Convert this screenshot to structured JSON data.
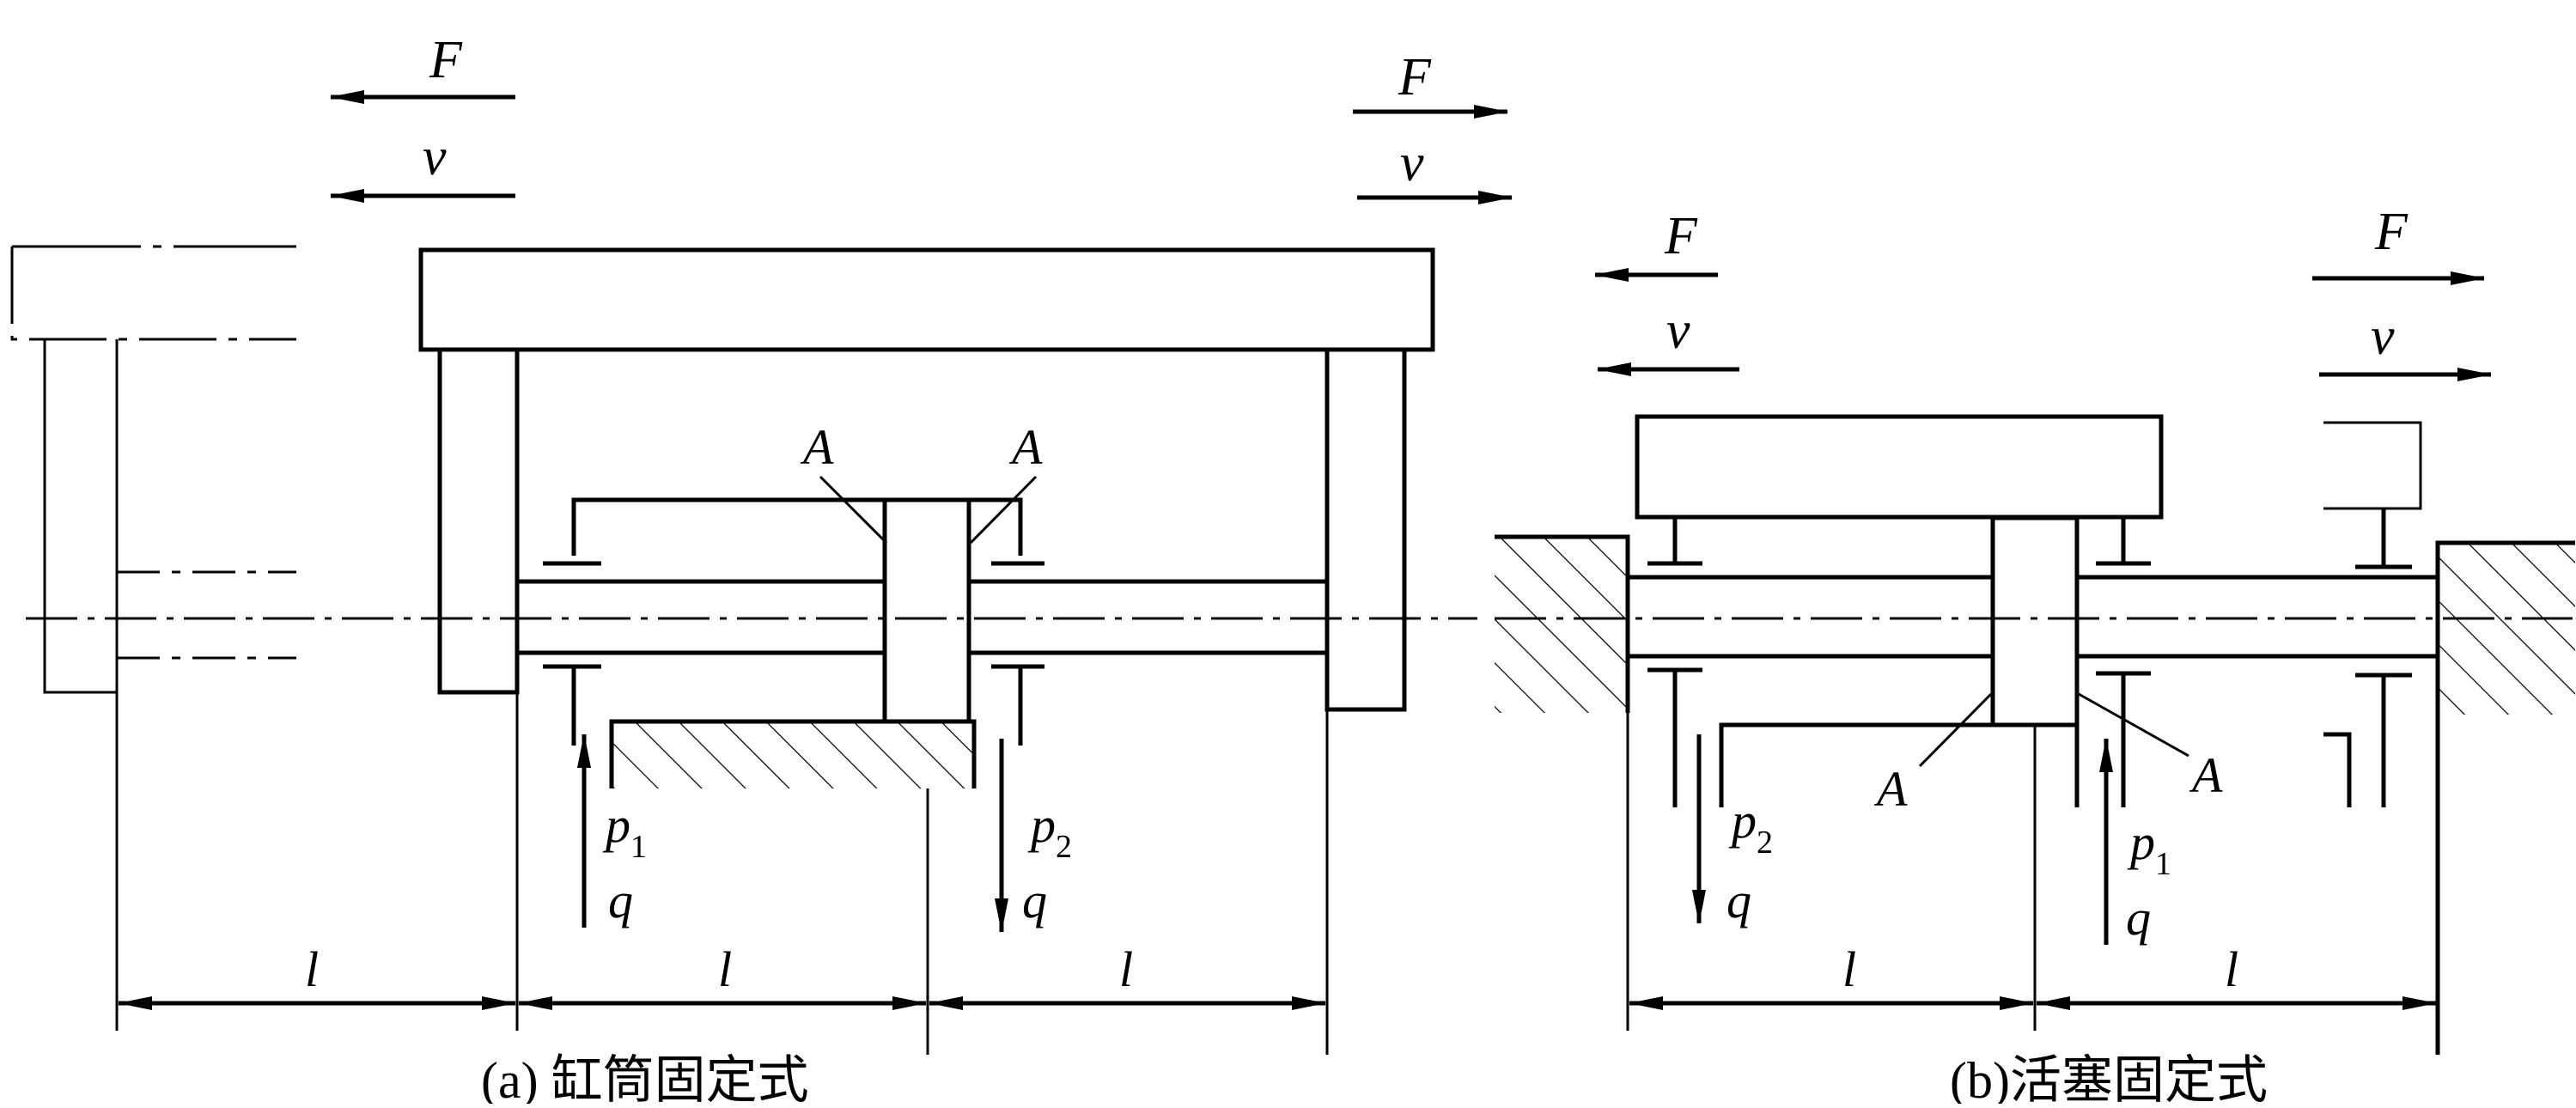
{
  "diagram_a": {
    "force_left": "F",
    "velocity_left": "v",
    "force_right": "F",
    "velocity_right": "v",
    "area_left": "A",
    "area_right": "A",
    "pressure_in": "p",
    "pressure_in_sub": "1",
    "flow_in": "q",
    "pressure_out": "p",
    "pressure_out_sub": "2",
    "flow_out": "q",
    "dim_1": "l",
    "dim_2": "l",
    "dim_3": "l",
    "caption": "(a) 缸筒固定式"
  },
  "diagram_b": {
    "force_left": "F",
    "velocity_left": "v",
    "force_right": "F",
    "velocity_right": "v",
    "area_left": "A",
    "area_right": "A",
    "pressure_out": "p",
    "pressure_out_sub": "2",
    "flow_out": "q",
    "pressure_in": "p",
    "pressure_in_sub": "1",
    "flow_in": "q",
    "dim_1": "l",
    "dim_2": "l",
    "caption": "(b)活塞固定式"
  }
}
